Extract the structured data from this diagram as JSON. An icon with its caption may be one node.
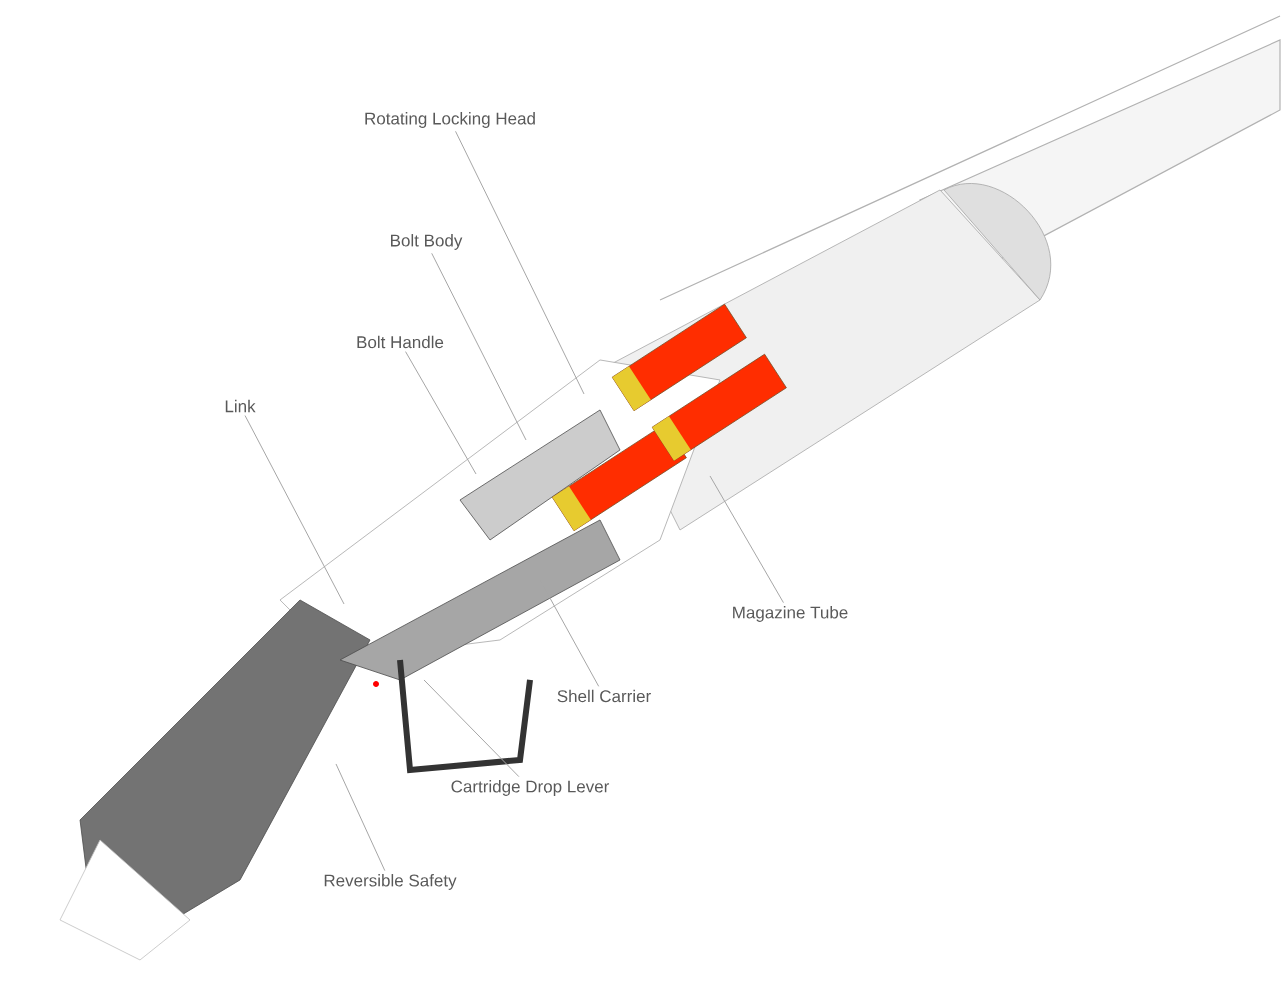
{
  "diagram": {
    "nodes": [
      {
        "text": [
          "Rotating Locking Head"
        ]
      },
      {
        "text": [
          "Bolt Body"
        ]
      },
      {
        "text": [
          "Bolt Handle"
        ]
      },
      {
        "text": [
          "Link"
        ]
      },
      {
        "text": [
          "Magazine Tube"
        ]
      },
      {
        "text": [
          "Shell Carrier"
        ]
      },
      {
        "text": [
          "Cartridge Drop Lever"
        ]
      },
      {
        "text": [
          "Reversible Safety"
        ]
      }
    ],
    "edges": [
      {
        "from": 0,
        "to": null,
        "arrow": "none"
      },
      {
        "from": 1,
        "to": null,
        "arrow": "none"
      },
      {
        "from": 2,
        "to": null,
        "arrow": "none"
      },
      {
        "from": 3,
        "to": null,
        "arrow": "none"
      },
      {
        "from": 4,
        "to": null,
        "arrow": "none"
      },
      {
        "from": 5,
        "to": null,
        "arrow": "none"
      },
      {
        "from": 6,
        "to": null,
        "arrow": "none"
      },
      {
        "from": 7,
        "to": null,
        "arrow": "none"
      }
    ]
  }
}
